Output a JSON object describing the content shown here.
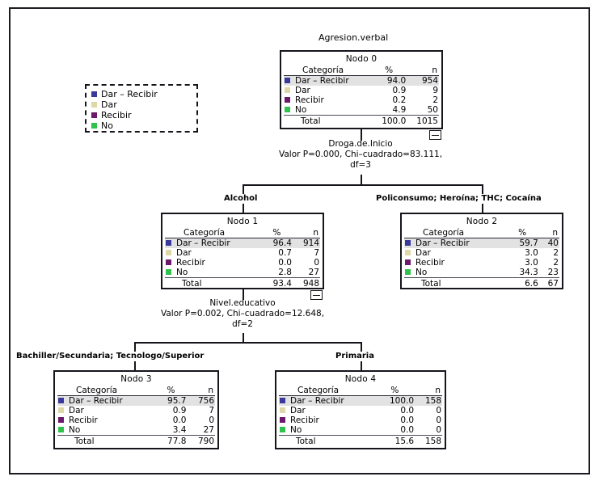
{
  "figure": {
    "root_title": "Agresion.verbal"
  },
  "legend": {
    "items": [
      {
        "label": "Dar – Recibir",
        "color": "#39399c"
      },
      {
        "label": "Dar",
        "color": "#ded7a6"
      },
      {
        "label": "Recibir",
        "color": "#6b1a6b"
      },
      {
        "label": "No",
        "color": "#31c24d"
      }
    ]
  },
  "table_headers": {
    "categoria": "Categoría",
    "pct": "%",
    "n": "n",
    "total": "Total"
  },
  "nodes": {
    "node0": {
      "title": "Nodo 0",
      "rows": [
        {
          "label": "Dar – Recibir",
          "pct": "94.0",
          "n": "954",
          "color": "#39399c"
        },
        {
          "label": "Dar",
          "pct": "0.9",
          "n": "9",
          "color": "#ded7a6"
        },
        {
          "label": "Recibir",
          "pct": "0.2",
          "n": "2",
          "color": "#6b1a6b"
        },
        {
          "label": "No",
          "pct": "4.9",
          "n": "50",
          "color": "#31c24d"
        }
      ],
      "total_pct": "100.0",
      "total_n": "1015"
    },
    "node1": {
      "title": "Nodo 1",
      "rows": [
        {
          "label": "Dar – Recibir",
          "pct": "96.4",
          "n": "914",
          "color": "#39399c"
        },
        {
          "label": "Dar",
          "pct": "0.7",
          "n": "7",
          "color": "#ded7a6"
        },
        {
          "label": "Recibir",
          "pct": "0.0",
          "n": "0",
          "color": "#6b1a6b"
        },
        {
          "label": "No",
          "pct": "2.8",
          "n": "27",
          "color": "#31c24d"
        }
      ],
      "total_pct": "93.4",
      "total_n": "948"
    },
    "node2": {
      "title": "Nodo 2",
      "rows": [
        {
          "label": "Dar – Recibir",
          "pct": "59.7",
          "n": "40",
          "color": "#39399c"
        },
        {
          "label": "Dar",
          "pct": "3.0",
          "n": "2",
          "color": "#ded7a6"
        },
        {
          "label": "Recibir",
          "pct": "3.0",
          "n": "2",
          "color": "#6b1a6b"
        },
        {
          "label": "No",
          "pct": "34.3",
          "n": "23",
          "color": "#31c24d"
        }
      ],
      "total_pct": "6.6",
      "total_n": "67"
    },
    "node3": {
      "title": "Nodo 3",
      "rows": [
        {
          "label": "Dar – Recibir",
          "pct": "95.7",
          "n": "756",
          "color": "#39399c"
        },
        {
          "label": "Dar",
          "pct": "0.9",
          "n": "7",
          "color": "#ded7a6"
        },
        {
          "label": "Recibir",
          "pct": "0.0",
          "n": "0",
          "color": "#6b1a6b"
        },
        {
          "label": "No",
          "pct": "3.4",
          "n": "27",
          "color": "#31c24d"
        }
      ],
      "total_pct": "77.8",
      "total_n": "790"
    },
    "node4": {
      "title": "Nodo 4",
      "rows": [
        {
          "label": "Dar – Recibir",
          "pct": "100.0",
          "n": "158",
          "color": "#39399c"
        },
        {
          "label": "Dar",
          "pct": "0.0",
          "n": "0",
          "color": "#ded7a6"
        },
        {
          "label": "Recibir",
          "pct": "0.0",
          "n": "0",
          "color": "#6b1a6b"
        },
        {
          "label": "No",
          "pct": "0.0",
          "n": "0",
          "color": "#31c24d"
        }
      ],
      "total_pct": "15.6",
      "total_n": "158"
    }
  },
  "splits": {
    "split1": {
      "variable": "Droga.de.Inicio",
      "stats": "Valor P=0.000, Chi–cuadrado=83.111,",
      "df": "df=3",
      "branches": [
        "Alcohol",
        "Policonsumo; Heroína; THC; Cocaína"
      ]
    },
    "split2": {
      "variable": "Nivel.educativo",
      "stats": "Valor P=0.002, Chi–cuadrado=12.648,",
      "df": "df=2",
      "branches": [
        "Bachiller/Secundaria; Tecnologo/Superior",
        "Primaria"
      ]
    }
  }
}
